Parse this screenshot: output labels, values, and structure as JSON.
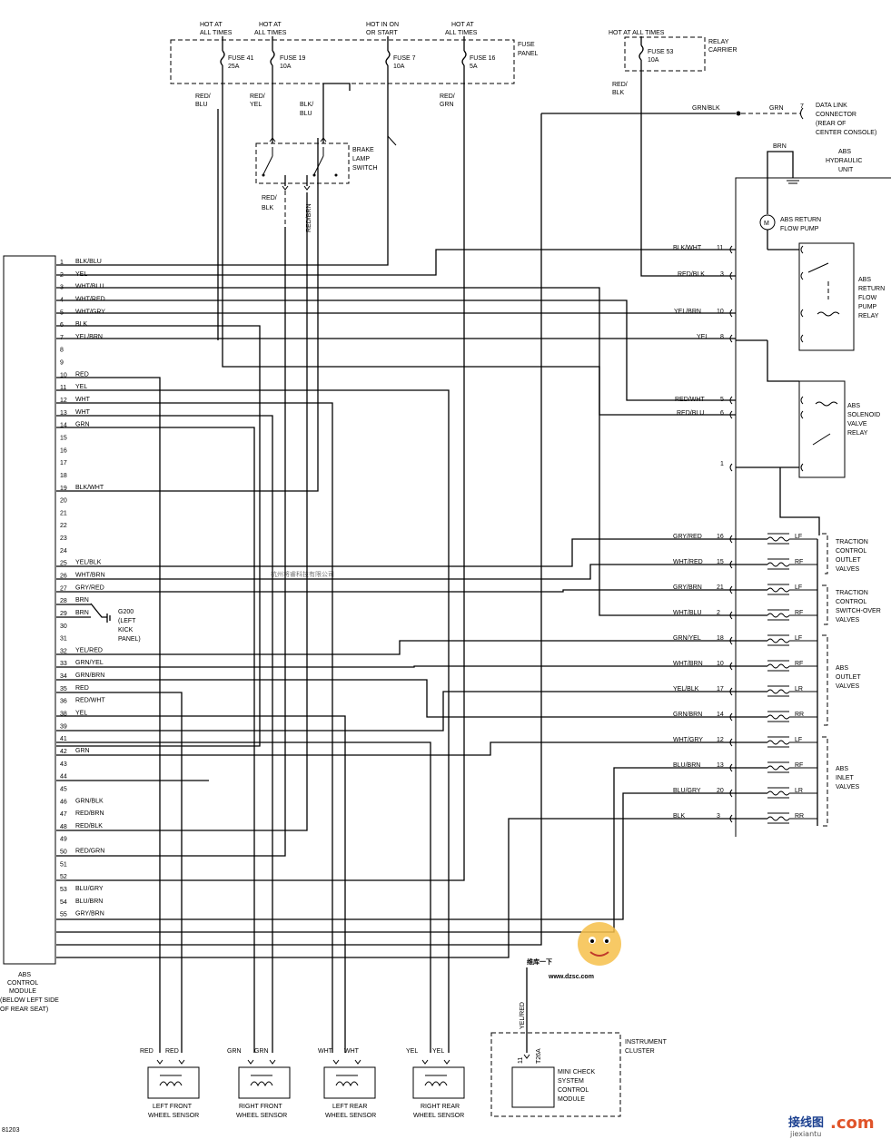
{
  "fuse_panel": {
    "label": [
      "FUSE",
      "PANEL"
    ],
    "fuses": [
      {
        "hot": [
          "HOT AT",
          "ALL TIMES"
        ],
        "name": "FUSE 41",
        "rating": "25A",
        "wire": [
          "RED/",
          "BLU"
        ]
      },
      {
        "hot": [
          "HOT AT",
          "ALL TIMES"
        ],
        "name": "FUSE 19",
        "rating": "10A",
        "wire": [
          "RED/",
          "YEL"
        ]
      },
      {
        "hot": [
          "HOT IN ON",
          "OR START"
        ],
        "name": "FUSE 7",
        "rating": "10A",
        "wire": [
          "BLK/",
          "BLU"
        ]
      },
      {
        "hot": [
          "HOT AT",
          "ALL TIMES"
        ],
        "name": "FUSE 16",
        "rating": "5A",
        "wire": [
          "RED/",
          "GRN"
        ]
      }
    ]
  },
  "relay_carrier": {
    "label": [
      "RELAY",
      "CARRIER"
    ],
    "hot": "HOT AT ALL TIMES",
    "name": "FUSE 53",
    "rating": "10A",
    "wire": [
      "RED/",
      "BLK"
    ]
  },
  "data_link": {
    "wire_left": "GRN/BLK",
    "wire_right": "GRN",
    "pin": "7",
    "label": [
      "DATA LINK",
      "CONNECTOR",
      "(REAR OF",
      "CENTER CONSOLE)"
    ]
  },
  "brake_switch": {
    "label": [
      "BRAKE",
      "LAMP",
      "SWITCH"
    ],
    "wire_in": [
      "BLK/",
      "BLU"
    ],
    "wire_out1": [
      "RED/",
      "BLK"
    ],
    "wire_out2": "RED/BRN"
  },
  "hydraulic_unit": {
    "label": [
      "ABS",
      "HYDRAULIC",
      "UNIT"
    ],
    "ground_wire": "BRN",
    "pump_label": [
      "ABS RETURN",
      "FLOW PUMP"
    ],
    "motor_symbol": "M",
    "pump_relay_label": [
      "ABS",
      "RETURN",
      "FLOW",
      "PUMP",
      "RELAY"
    ],
    "solenoid_relay_label": [
      "ABS",
      "SOLENOID",
      "VALVE",
      "RELAY"
    ],
    "inputs": [
      {
        "wire": "BLK/WHT",
        "pin": "11"
      },
      {
        "wire": "RED/BLK",
        "pin": "3"
      },
      {
        "wire": "YEL/BRN",
        "pin": "10"
      },
      {
        "wire": "YEL",
        "pin": "8"
      },
      {
        "wire": "RED/WHT",
        "pin": "5"
      },
      {
        "wire": "RED/BLU",
        "pin": "6"
      },
      {
        "wire": "",
        "pin": "1"
      }
    ],
    "valve_groups": [
      {
        "label": [
          "TRACTION",
          "CONTROL",
          "OUTLET",
          "VALVES"
        ],
        "valves": [
          {
            "wire": "GRY/RED",
            "pin": "16",
            "pos": "LF"
          },
          {
            "wire": "WHT/RED",
            "pin": "15",
            "pos": "RF"
          }
        ]
      },
      {
        "label": [
          "TRACTION",
          "CONTROL",
          "SWITCH-OVER",
          "VALVES"
        ],
        "valves": [
          {
            "wire": "GRY/BRN",
            "pin": "21",
            "pos": "LF"
          },
          {
            "wire": "WHT/BLU",
            "pin": "2",
            "pos": "RF"
          }
        ]
      },
      {
        "label": [
          "ABS",
          "OUTLET",
          "VALVES"
        ],
        "valves": [
          {
            "wire": "GRN/YEL",
            "pin": "18",
            "pos": "LF"
          },
          {
            "wire": "WHT/BRN",
            "pin": "10",
            "pos": "RF"
          },
          {
            "wire": "YEL/BLK",
            "pin": "17",
            "pos": "LR"
          },
          {
            "wire": "GRN/BRN",
            "pin": "14",
            "pos": "RR"
          }
        ]
      },
      {
        "label": [
          "ABS",
          "INLET",
          "VALVES"
        ],
        "valves": [
          {
            "wire": "WHT/GRY",
            "pin": "12",
            "pos": "LF"
          },
          {
            "wire": "BLU/BRN",
            "pin": "13",
            "pos": "RF"
          },
          {
            "wire": "BLU/GRY",
            "pin": "20",
            "pos": "LR"
          },
          {
            "wire": "BLK",
            "pin": "3",
            "pos": "RR"
          }
        ]
      }
    ]
  },
  "control_module": {
    "label": [
      "ABS",
      "CONTROL",
      "MODULE",
      "(BELOW LEFT SIDE",
      "OF REAR SEAT)"
    ],
    "pins": [
      {
        "n": "1",
        "w": "BLK/BLU"
      },
      {
        "n": "2",
        "w": "YEL"
      },
      {
        "n": "3",
        "w": "WHT/BLU"
      },
      {
        "n": "4",
        "w": "WHT/RED"
      },
      {
        "n": "5",
        "w": "WHT/GRY"
      },
      {
        "n": "6",
        "w": "BLK"
      },
      {
        "n": "7",
        "w": "YEL/BRN"
      },
      {
        "n": "8",
        "w": ""
      },
      {
        "n": "9",
        "w": ""
      },
      {
        "n": "10",
        "w": "RED"
      },
      {
        "n": "11",
        "w": "YEL"
      },
      {
        "n": "12",
        "w": "WHT"
      },
      {
        "n": "13",
        "w": "WHT"
      },
      {
        "n": "14",
        "w": "GRN"
      },
      {
        "n": "15",
        "w": ""
      },
      {
        "n": "16",
        "w": ""
      },
      {
        "n": "17",
        "w": ""
      },
      {
        "n": "18",
        "w": ""
      },
      {
        "n": "19",
        "w": "BLK/WHT"
      },
      {
        "n": "20",
        "w": ""
      },
      {
        "n": "21",
        "w": ""
      },
      {
        "n": "22",
        "w": ""
      },
      {
        "n": "23",
        "w": ""
      },
      {
        "n": "24",
        "w": ""
      },
      {
        "n": "25",
        "w": "YEL/BLK"
      },
      {
        "n": "26",
        "w": "WHT/BRN"
      },
      {
        "n": "27",
        "w": "GRY/RED"
      },
      {
        "n": "28",
        "w": "BRN"
      },
      {
        "n": "29",
        "w": "BRN"
      },
      {
        "n": "30",
        "w": ""
      },
      {
        "n": "31",
        "w": ""
      },
      {
        "n": "32",
        "w": "YEL/RED"
      },
      {
        "n": "33",
        "w": "GRN/YEL"
      },
      {
        "n": "34",
        "w": "GRN/BRN"
      },
      {
        "n": "35",
        "w": "RED"
      },
      {
        "n": "36",
        "w": "RED/WHT"
      },
      {
        "n": "38",
        "w": "YEL"
      },
      {
        "n": "39",
        "w": ""
      },
      {
        "n": "41",
        "w": ""
      },
      {
        "n": "42",
        "w": "GRN"
      },
      {
        "n": "43",
        "w": ""
      },
      {
        "n": "44",
        "w": ""
      },
      {
        "n": "45",
        "w": ""
      },
      {
        "n": "46",
        "w": "GRN/BLK"
      },
      {
        "n": "47",
        "w": "RED/BRN"
      },
      {
        "n": "48",
        "w": "RED/BLK"
      },
      {
        "n": "49",
        "w": ""
      },
      {
        "n": "50",
        "w": "RED/GRN"
      },
      {
        "n": "51",
        "w": ""
      },
      {
        "n": "52",
        "w": ""
      },
      {
        "n": "53",
        "w": "BLU/GRY"
      },
      {
        "n": "54",
        "w": "BLU/BRN"
      },
      {
        "n": "55",
        "w": "GRY/BRN"
      }
    ]
  },
  "ground": {
    "label": [
      "G200",
      "(LEFT",
      "KICK",
      "PANEL)"
    ]
  },
  "wheel_sensors": [
    {
      "wires": [
        "RED",
        "RED"
      ],
      "label": [
        "LEFT FRONT",
        "WHEEL SENSOR"
      ]
    },
    {
      "wires": [
        "GRN",
        "GRN"
      ],
      "label": [
        "RIGHT FRONT",
        "WHEEL SENSOR"
      ]
    },
    {
      "wires": [
        "WHT",
        "WHT"
      ],
      "label": [
        "LEFT REAR",
        "WHEEL SENSOR"
      ]
    },
    {
      "wires": [
        "YEL",
        "YEL"
      ],
      "label": [
        "RIGHT REAR",
        "WHEEL SENSOR"
      ]
    }
  ],
  "instrument_cluster": {
    "label": [
      "INSTRUMENT",
      "CLUSTER"
    ],
    "wire": "YEL/RED",
    "pin": "11",
    "connector": "T26A",
    "module_label": [
      "MINI CHECK",
      "SYSTEM",
      "CONTROL",
      "MODULE"
    ]
  },
  "figure_id": "81203",
  "watermarks": {
    "center": "杭州将睿科技有限公司",
    "logo_top": "维库一下",
    "logo_url": "www.dzsc.com",
    "corner": "接线图",
    "corner_dot": ".com",
    "corner_url": "jiexiantu"
  }
}
